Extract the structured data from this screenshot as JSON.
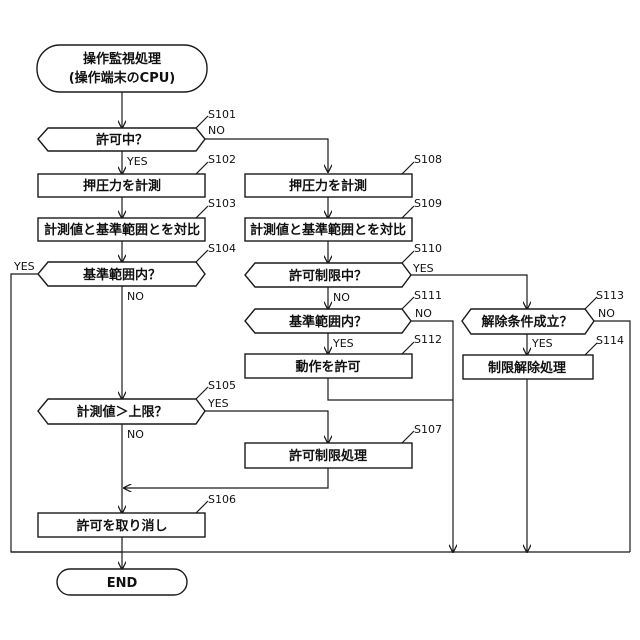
{
  "start": {
    "line1": "操作監視処理",
    "line2": "(操作端末のCPU)"
  },
  "end": "END",
  "steps": {
    "s101": {
      "id": "S101",
      "text": "許可中？"
    },
    "s102": {
      "id": "S102",
      "text": "押圧力を計測"
    },
    "s103": {
      "id": "S103",
      "text": "計測値と基準範囲とを対比"
    },
    "s104": {
      "id": "S104",
      "text": "基準範囲内？"
    },
    "s105": {
      "id": "S105",
      "text": "計測値＞上限？"
    },
    "s106": {
      "id": "S106",
      "text": "許可を取り消し"
    },
    "s107": {
      "id": "S107",
      "text": "許可制限処理"
    },
    "s108": {
      "id": "S108",
      "text": "押圧力を計測"
    },
    "s109": {
      "id": "S109",
      "text": "計測値と基準範囲とを対比"
    },
    "s110": {
      "id": "S110",
      "text": "許可制限中？"
    },
    "s111": {
      "id": "S111",
      "text": "基準範囲内？"
    },
    "s112": {
      "id": "S112",
      "text": "動作を許可"
    },
    "s113": {
      "id": "S113",
      "text": "解除条件成立？"
    },
    "s114": {
      "id": "S114",
      "text": "制限解除処理"
    }
  },
  "labels": {
    "yes": "YES",
    "no": "NO"
  }
}
